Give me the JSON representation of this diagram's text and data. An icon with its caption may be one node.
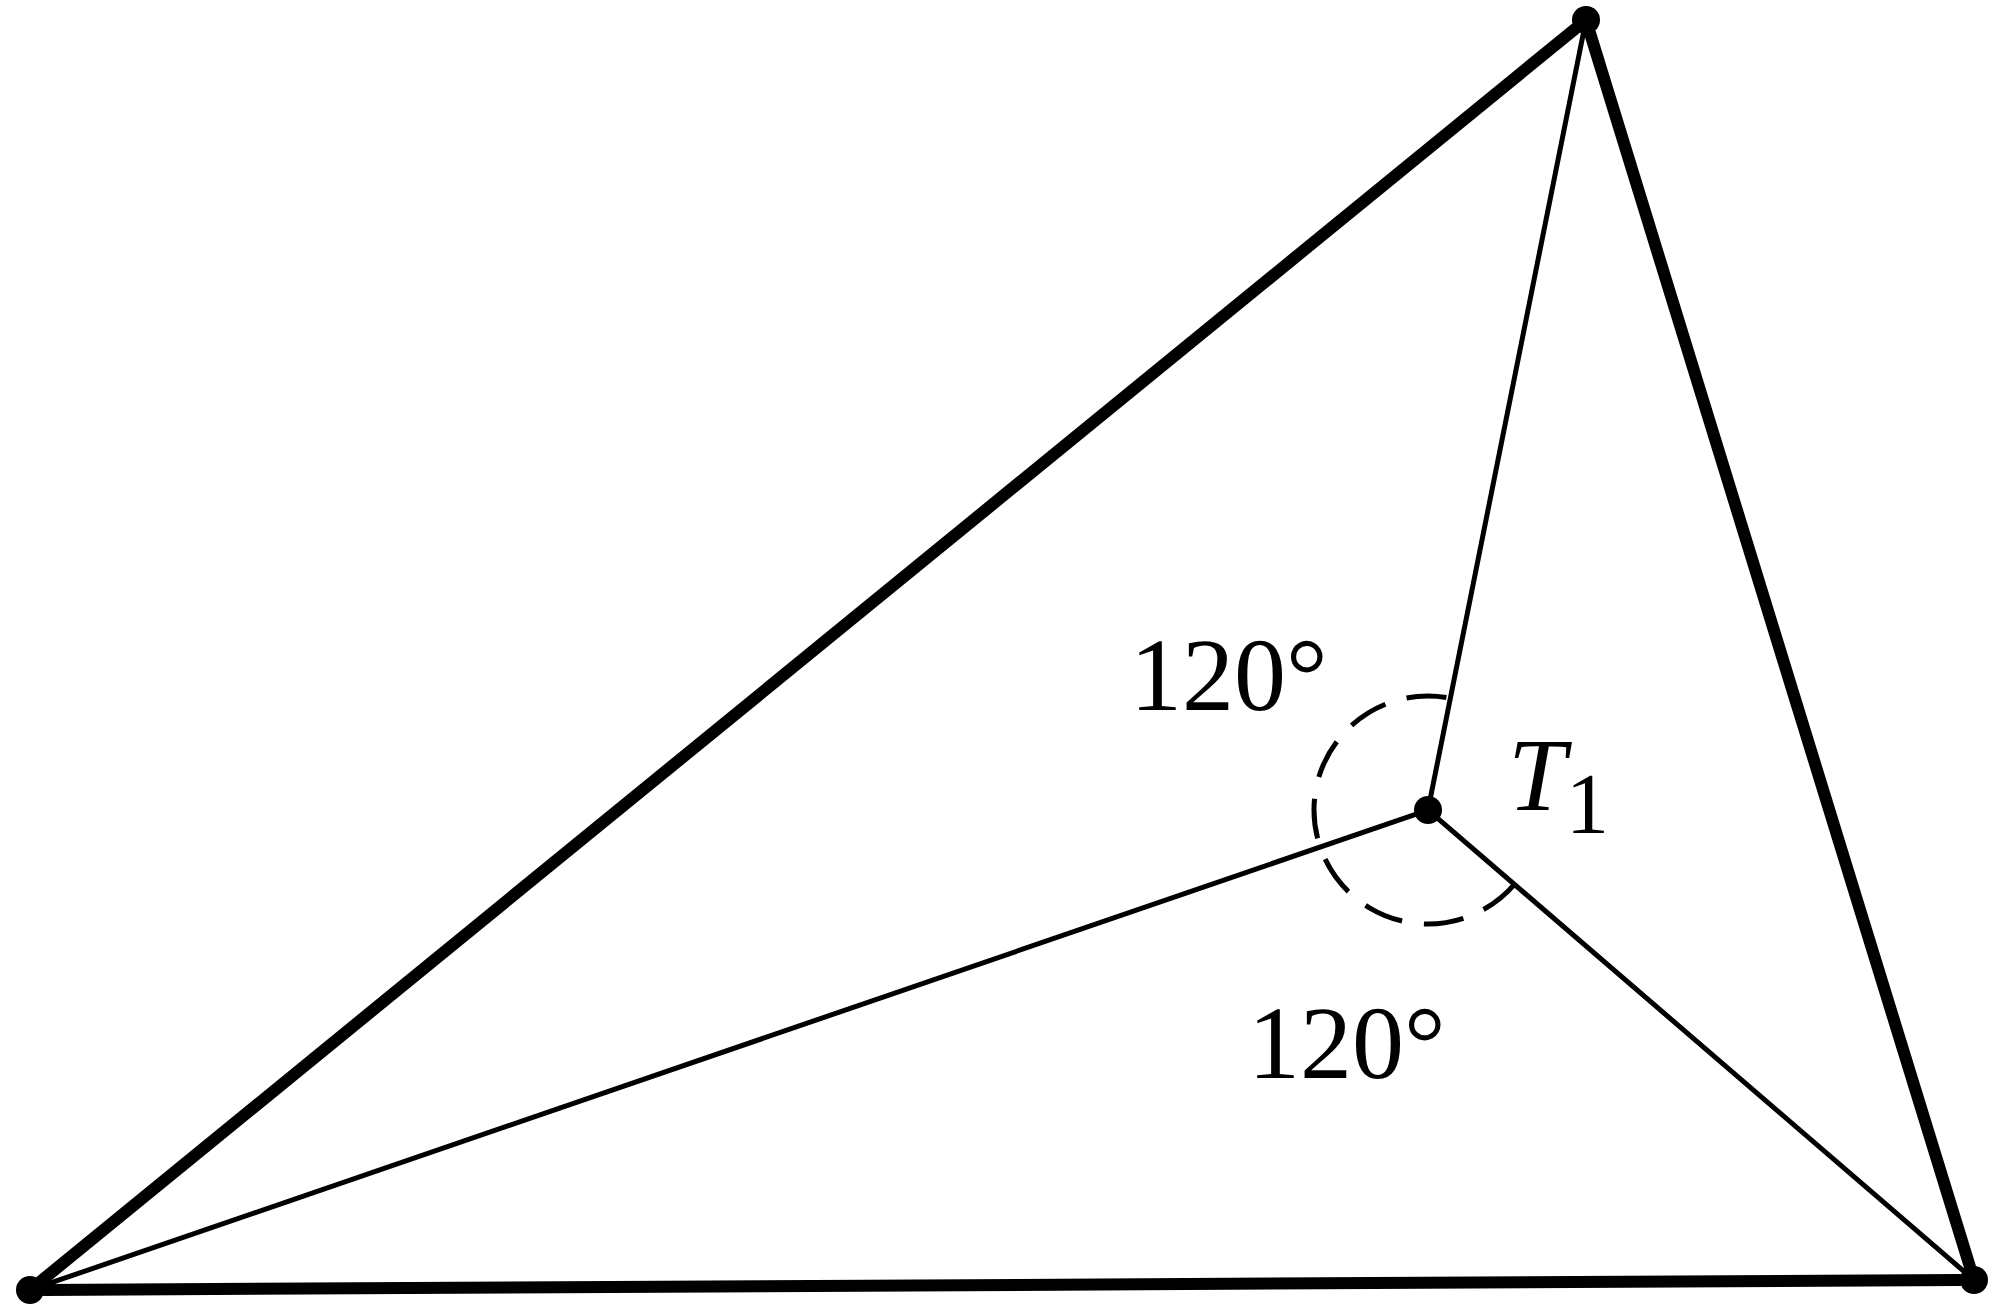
{
  "diagram": {
    "nodes": [
      {
        "text": [],
        "shape": "circle"
      },
      {
        "text": [],
        "shape": "circle"
      },
      {
        "text": [],
        "shape": "circle"
      },
      {
        "text": [],
        "shape": "circle",
        "beside": [
          "*T*$_{1}$"
        ]
      }
    ],
    "edges": [
      {
        "from": 0,
        "to": 1,
        "arrow": "none",
        "style": "thick"
      },
      {
        "from": 1,
        "to": 2,
        "arrow": "none",
        "style": "thick"
      },
      {
        "from": 2,
        "to": 0,
        "arrow": "none",
        "style": "thick"
      },
      {
        "from": 3,
        "to": 0,
        "arrow": "none"
      },
      {
        "from": 3,
        "to": 1,
        "arrow": "none"
      },
      {
        "from": 3,
        "to": 2,
        "arrow": "none"
      }
    ],
    "labels": [
      "120°",
      "120°"
    ]
  }
}
